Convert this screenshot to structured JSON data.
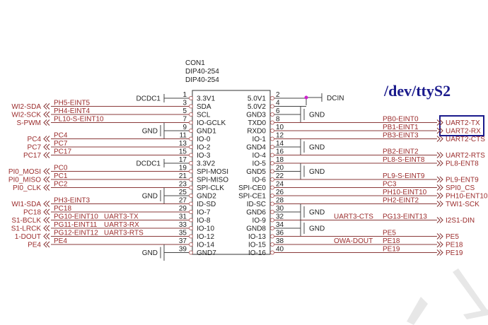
{
  "component": {
    "ref": "CON1",
    "value1": "DIP40-254",
    "value2": "DIP40-254"
  },
  "annotation": {
    "title": "/dev/ttyS2",
    "box_color": "#1a1a8c",
    "boxed_labels": [
      "UART2-TX",
      "UART2-RX"
    ]
  },
  "colors": {
    "net": "#9b2c2c",
    "junction": "#cc22cc",
    "annotation": "#1a1a8c"
  },
  "power": {
    "dcdc1": "DCDC1",
    "gnd": "GND",
    "dcin": "DCIN"
  },
  "left_pins": [
    {
      "num": "1",
      "name": "3.3V1",
      "net": "",
      "port": "",
      "extra": "",
      "power": "DCDC1"
    },
    {
      "num": "3",
      "name": "SDA",
      "net": "PH5-EINT5",
      "port": "WI2-SDA",
      "extra": "",
      "power": ""
    },
    {
      "num": "5",
      "name": "SCL",
      "net": "PH4-EINT4",
      "port": "WI2-SCK",
      "extra": "",
      "power": ""
    },
    {
      "num": "7",
      "name": "IO-GCLK",
      "net": "PL10-S-EINT10",
      "port": "S-PWM",
      "extra": "",
      "power": ""
    },
    {
      "num": "9",
      "name": "GND1",
      "net": "",
      "port": "",
      "extra": "",
      "power": "GND"
    },
    {
      "num": "11",
      "name": "IO-0",
      "net": "PC4",
      "port": "PC4",
      "extra": "",
      "power": ""
    },
    {
      "num": "13",
      "name": "IO-2",
      "net": "PC7",
      "port": "PC7",
      "extra": "",
      "power": ""
    },
    {
      "num": "15",
      "name": "IO-3",
      "net": "PC17",
      "port": "PC17",
      "extra": "",
      "power": ""
    },
    {
      "num": "17",
      "name": "3.3V2",
      "net": "",
      "port": "",
      "extra": "",
      "power": "DCDC1"
    },
    {
      "num": "19",
      "name": "SPI-MOSI",
      "net": "PC0",
      "port": "PI0_MOSI",
      "extra": "",
      "power": ""
    },
    {
      "num": "21",
      "name": "SPI-MISO",
      "net": "PC1",
      "port": "PI0_MISO",
      "extra": "",
      "power": ""
    },
    {
      "num": "23",
      "name": "SPI-CLK",
      "net": "PC2",
      "port": "PI0_CLK",
      "extra": "",
      "power": ""
    },
    {
      "num": "25",
      "name": "GND2",
      "net": "",
      "port": "",
      "extra": "",
      "power": "GND"
    },
    {
      "num": "27",
      "name": "ID-SD",
      "net": "PH3-EINT3",
      "port": "WI1-SDA",
      "extra": "",
      "power": ""
    },
    {
      "num": "29",
      "name": "IO-7",
      "net": "PC18",
      "port": "PC18",
      "extra": "",
      "power": ""
    },
    {
      "num": "31",
      "name": "IO-8",
      "net": "PG10-EINT10",
      "port": "S1-BCLK",
      "extra": "UART3-TX",
      "power": ""
    },
    {
      "num": "33",
      "name": "IO-10",
      "net": "PG11-EINT11",
      "port": "S1-LRCK",
      "extra": "UART3-RX",
      "power": ""
    },
    {
      "num": "35",
      "name": "IO-12",
      "net": "PG12-EINT12",
      "port": "1-DOUT",
      "extra": "UART3-RTS",
      "power": ""
    },
    {
      "num": "37",
      "name": "IO-14",
      "net": "PE4",
      "port": "PE4",
      "extra": "",
      "power": ""
    },
    {
      "num": "39",
      "name": "GND7",
      "net": "",
      "port": "",
      "extra": "",
      "power": "GND"
    }
  ],
  "right_pins": [
    {
      "num": "2",
      "name": "5.0V1",
      "net": "",
      "port": "",
      "extra": "",
      "power": "DCIN"
    },
    {
      "num": "4",
      "name": "5.0V2",
      "net": "",
      "port": "",
      "extra": "",
      "power": ""
    },
    {
      "num": "6",
      "name": "GND3",
      "net": "",
      "port": "",
      "extra": "",
      "power": "GND"
    },
    {
      "num": "8",
      "name": "TXD0",
      "net": "PB0-EINT0",
      "port": "UART2-TX",
      "extra": "",
      "power": ""
    },
    {
      "num": "10",
      "name": "RXD0",
      "net": "PB1-EINT1",
      "port": "UART2-RX",
      "extra": "",
      "power": ""
    },
    {
      "num": "12",
      "name": "IO-1",
      "net": "PB3-EINT3",
      "port": "UART2-CTS",
      "extra": "",
      "power": ""
    },
    {
      "num": "14",
      "name": "GND4",
      "net": "",
      "port": "",
      "extra": "",
      "power": "GND"
    },
    {
      "num": "16",
      "name": "IO-4",
      "net": "PB2-EINT2",
      "port": "UART2-RTS",
      "extra": "",
      "power": ""
    },
    {
      "num": "18",
      "name": "IO-5",
      "net": "PL8-S-EINT8",
      "port": "PL8-ENT8",
      "extra": "",
      "power": ""
    },
    {
      "num": "20",
      "name": "GND5",
      "net": "",
      "port": "",
      "extra": "",
      "power": "GND"
    },
    {
      "num": "22",
      "name": "IO-6",
      "net": "PL9-S-EINT9",
      "port": "PL9-ENT9",
      "extra": "",
      "power": ""
    },
    {
      "num": "24",
      "name": "SPI-CE0",
      "net": "PC3",
      "port": "SPI0_CS",
      "extra": "",
      "power": ""
    },
    {
      "num": "26",
      "name": "SPI-CE1",
      "net": "PH10-EINT10",
      "port": "PH10-ENT10",
      "extra": "",
      "power": ""
    },
    {
      "num": "28",
      "name": "ID-SC",
      "net": "PH2-EINT2",
      "port": "TWI1-SCK",
      "extra": "",
      "power": ""
    },
    {
      "num": "30",
      "name": "GND6",
      "net": "",
      "port": "",
      "extra": "",
      "power": "GND"
    },
    {
      "num": "32",
      "name": "IO-9",
      "net": "PG13-EINT13",
      "port": "I2S1-DIN",
      "extra": "UART3-CTS",
      "power": ""
    },
    {
      "num": "34",
      "name": "GND8",
      "net": "",
      "port": "",
      "extra": "",
      "power": "GND"
    },
    {
      "num": "36",
      "name": "IO-13",
      "net": "PE5",
      "port": "PE5",
      "extra": "",
      "power": ""
    },
    {
      "num": "38",
      "name": "IO-15",
      "net": "PE18",
      "port": "PE18",
      "extra": "OWA-DOUT",
      "power": ""
    },
    {
      "num": "40",
      "name": "IO-16",
      "net": "PE19",
      "port": "PE19",
      "extra": "",
      "power": ""
    }
  ]
}
